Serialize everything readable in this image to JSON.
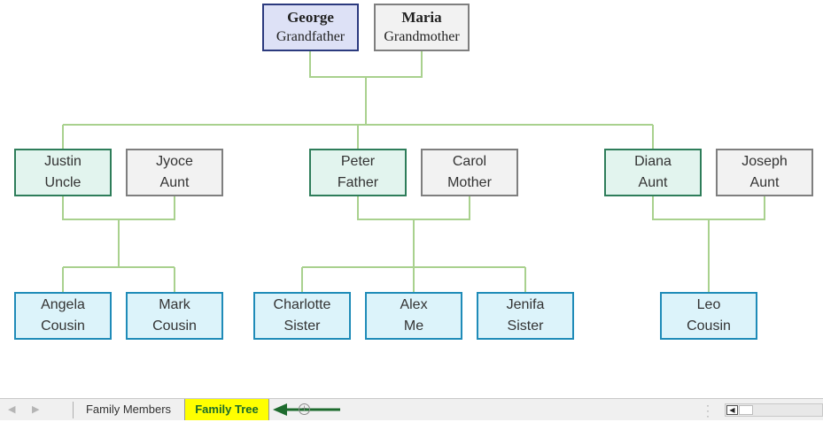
{
  "colors": {
    "connector": "#a9d18e",
    "grand_primary_fill": "#dde1f6",
    "grand_primary_border": "#2b3a7e",
    "parent_fill": "#e2f4ee",
    "parent_border": "#2e7d5a",
    "spouse_fill": "#f2f2f2",
    "spouse_border": "#7f7f7f",
    "child_fill": "#dcf3fa",
    "child_border": "#1f8bb8",
    "active_tab": "#ffff00",
    "arrow": "#1e6b2e"
  },
  "tree": {
    "grandparents": [
      {
        "name": "George",
        "role": "Grandfather"
      },
      {
        "name": "Maria",
        "role": "Grandmother"
      }
    ],
    "couples": [
      {
        "parent": {
          "name": "Justin",
          "role": "Uncle"
        },
        "spouse": {
          "name": "Jyoce",
          "role": "Aunt"
        }
      },
      {
        "parent": {
          "name": "Peter",
          "role": "Father"
        },
        "spouse": {
          "name": "Carol",
          "role": "Mother"
        }
      },
      {
        "parent": {
          "name": "Diana",
          "role": "Aunt"
        },
        "spouse": {
          "name": "Joseph",
          "role": "Aunt"
        }
      }
    ],
    "children": [
      {
        "name": "Angela",
        "role": "Cousin"
      },
      {
        "name": "Mark",
        "role": "Cousin"
      },
      {
        "name": "Charlotte",
        "role": "Sister"
      },
      {
        "name": "Alex",
        "role": "Me"
      },
      {
        "name": "Jenifa",
        "role": "Sister"
      },
      {
        "name": "Leo",
        "role": "Cousin"
      }
    ]
  },
  "sheet_tabs": [
    {
      "label": "Family Members",
      "active": false
    },
    {
      "label": "Family Tree",
      "active": true
    }
  ],
  "icons": {
    "prev_sheet": "caret-left-icon",
    "next_sheet": "caret-right-icon",
    "add_sheet": "plus-circle-icon",
    "pointer": "arrow-left-icon",
    "more": "vertical-dots-icon"
  }
}
